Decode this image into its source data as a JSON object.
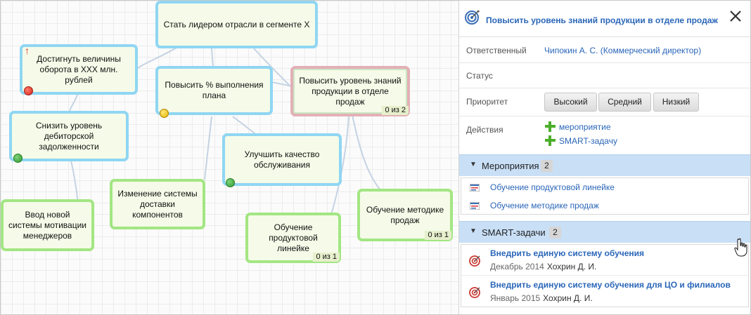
{
  "canvas": {
    "nodes": {
      "leader": {
        "text": "Стать лидером отрасли в сегменте X"
      },
      "turnover": {
        "text": "Достигнуть величины оборота в XXX млн. рублей",
        "status": "red",
        "marker": "↑"
      },
      "plan": {
        "text": "Повысить % выполнения плана",
        "status": "yellow"
      },
      "knowledge": {
        "text": "Повысить уровень знаний продукции в отделе продаж",
        "progress": "0 из 2"
      },
      "debt": {
        "text": "Снизить уровень дебиторской задолженности",
        "status": "green"
      },
      "service": {
        "text": "Улучшить качество обслуживания",
        "status": "green"
      },
      "delivery": {
        "text": "Изменение системы доставки компонентов"
      },
      "motivation": {
        "text": "Ввод новой системы мотивации менеджеров"
      },
      "product_training": {
        "text": "Обучение продуктовой линейке",
        "progress": "0 из 1"
      },
      "sales_training": {
        "text": "Обучение методике продаж",
        "progress": "0 из 1"
      }
    }
  },
  "panel": {
    "title": "Повысить уровень знаний продукции в отделе продаж",
    "title_icon": "target-icon",
    "close_icon": "close-icon",
    "responsible_label": "Ответственный",
    "responsible_value": "Чипокин А. С. (Коммерческий директор)",
    "status_label": "Статус",
    "priority_label": "Приоритет",
    "priority_buttons": [
      "Высокий",
      "Средний",
      "Низкий"
    ],
    "actions_label": "Действия",
    "actions": [
      "мероприятие",
      "SMART-задачу"
    ],
    "events_section": {
      "title": "Мероприятия",
      "count": "2",
      "items": [
        "Обучение продуктовой линейке",
        "Обучение методике продаж"
      ]
    },
    "smart_section": {
      "title": "SMART-задачи",
      "count": "2",
      "items": [
        {
          "name": "Внедрить единую систему обучения",
          "date": "Декабрь 2014",
          "owner": "Хохрин Д. И."
        },
        {
          "name": "Внедрить единую систему обучения для ЦО и филиалов",
          "date": "Январь 2015",
          "owner": "Хохрин Д. И."
        }
      ]
    }
  },
  "colors": {
    "goal_border": "#8fd6f3",
    "task_border": "#a3e683",
    "selected_border": "#e3b0b6",
    "link": "#2a66b8",
    "section_bg": "#c8dff6"
  }
}
